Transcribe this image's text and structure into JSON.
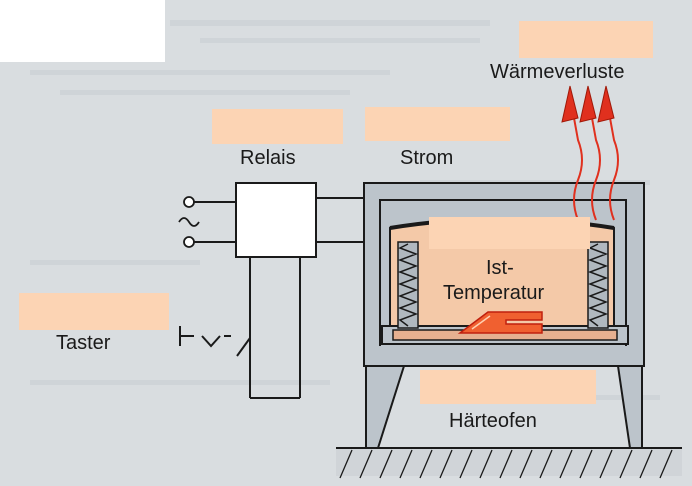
{
  "labels": {
    "waermeverluste": "Wärmeverluste",
    "relais": "Relais",
    "strom": "Strom",
    "ist": "Ist-",
    "temperatur": "Temperatur",
    "taster": "Taster",
    "haerteofen": "Härteofen"
  },
  "answer_blanks": [
    {
      "id": "waermeverluste"
    },
    {
      "id": "relais"
    },
    {
      "id": "strom"
    },
    {
      "id": "ist-temperatur"
    },
    {
      "id": "taster"
    },
    {
      "id": "haerteofen"
    }
  ],
  "colors": {
    "background": "#d9dde0",
    "blank": "#fcd4b4",
    "oven_fill": "#bcc4cb",
    "chamber": "#f4c9a8",
    "heat_arrows": "#e0301e",
    "line": "#1a1a1a"
  },
  "icons": [
    "ac-source-icon",
    "spring-icon",
    "heat-arrow-icon",
    "workpiece-icon",
    "ground-hatching-icon"
  ]
}
